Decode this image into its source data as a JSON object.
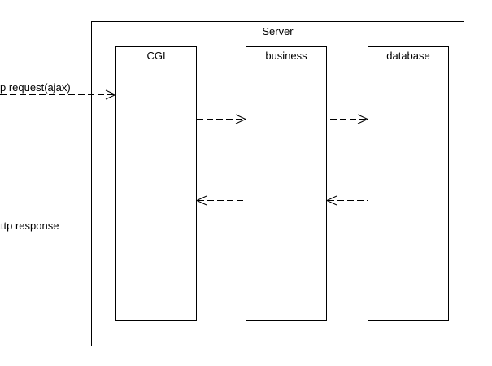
{
  "diagram": {
    "container": {
      "title": "Server"
    },
    "components": {
      "cgi": {
        "label": "CGI"
      },
      "business": {
        "label": "business"
      },
      "database": {
        "label": "database"
      }
    },
    "flows": {
      "http_request": {
        "label": "p request(ajax)",
        "style": "dashed"
      },
      "http_response": {
        "label": "ιttp response",
        "style": "dashed"
      },
      "cgi_to_business": {
        "label": "",
        "style": "dashed"
      },
      "business_to_database": {
        "label": "",
        "style": "dashed"
      },
      "database_to_business": {
        "label": "",
        "style": "dashed"
      },
      "business_to_cgi": {
        "label": "",
        "style": "dashed"
      }
    },
    "colors": {
      "stroke": "#000000",
      "background": "#ffffff"
    }
  }
}
